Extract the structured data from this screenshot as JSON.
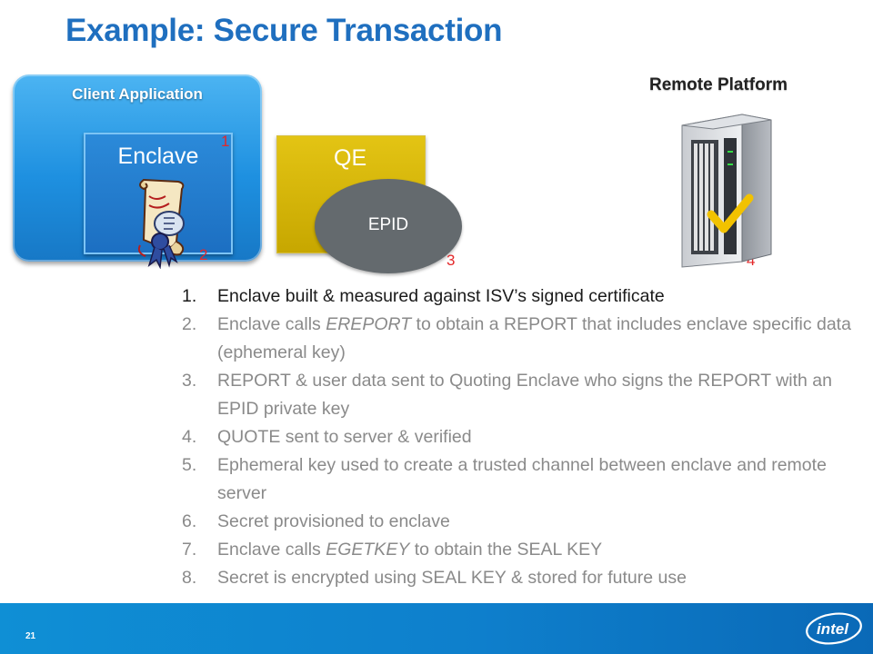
{
  "slide": {
    "title": "Example: Secure Transaction",
    "page_number": "21"
  },
  "diagram": {
    "client_app_label": "Client Application",
    "enclave_label": "Enclave",
    "qe_label": "QE",
    "epid_label": "EPID",
    "remote_label": "Remote Platform",
    "markers": [
      "1",
      "2",
      "3",
      "4"
    ],
    "icons": {
      "certificate": "certificate-scroll-icon",
      "server": "server-icon",
      "checkmark": "checkmark-icon"
    },
    "colors": {
      "client_app": "#1e90e0",
      "enclave": "#1c6fc2",
      "qe": "#d4b50a",
      "epid": "#646a6e",
      "marker": "#e3282a",
      "title": "#1f6fbf"
    }
  },
  "steps": {
    "current_index": 0,
    "items": [
      {
        "num": "1.",
        "pre": "Enclave built & measured against ISV’s signed certificate",
        "em": "",
        "post": ""
      },
      {
        "num": "2.",
        "pre": "Enclave calls ",
        "em": "EREPORT",
        "post": " to obtain a REPORT that includes enclave specific data (ephemeral key)"
      },
      {
        "num": "3.",
        "pre": "REPORT & user data sent to Quoting Enclave who signs the REPORT with an EPID private key",
        "em": "",
        "post": ""
      },
      {
        "num": "4.",
        "pre": "QUOTE sent to server & verified",
        "em": "",
        "post": ""
      },
      {
        "num": "5.",
        "pre": "Ephemeral key used to create a trusted channel between enclave and remote server",
        "em": "",
        "post": ""
      },
      {
        "num": "6.",
        "pre": "Secret provisioned to enclave",
        "em": "",
        "post": ""
      },
      {
        "num": "7.",
        "pre": "Enclave calls ",
        "em": "EGETKEY",
        "post": " to obtain the SEAL KEY"
      },
      {
        "num": "8.",
        "pre": "Secret is encrypted using SEAL KEY & stored for future use",
        "em": "",
        "post": ""
      }
    ]
  },
  "footer": {
    "logo_text": "intel",
    "logo_icon": "intel-logo-icon",
    "color": "#0e7fcc"
  }
}
